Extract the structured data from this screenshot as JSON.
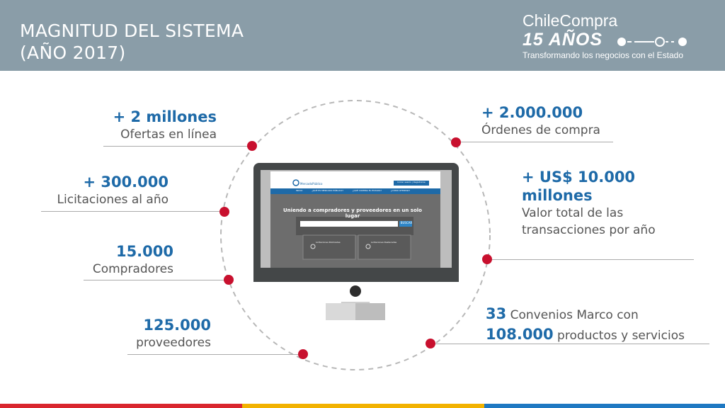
{
  "header": {
    "title_line1": "MAGNITUD DEL SISTEMA",
    "title_line2": "(AÑO 2017)",
    "brand_name": "ChileCompra",
    "brand_years": "15 AÑOS",
    "brand_tagline": "Transformando los negocios con el Estado"
  },
  "stats": {
    "ofertas": {
      "value": "+ 2 millones",
      "label": "Ofertas en línea"
    },
    "licitaciones": {
      "value": "+ 300.000",
      "label": "Licitaciones al año"
    },
    "compradores": {
      "value": "15.000",
      "label": "Compradores"
    },
    "proveedores": {
      "value": "125.000",
      "label": "proveedores"
    },
    "ordenes": {
      "value": "+ 2.000.000",
      "label": "Órdenes de compra"
    },
    "transacciones": {
      "value_line1": "+ US$ 10.000",
      "value_line2": "millones",
      "label_line1": "Valor total de las",
      "label_line2": "transacciones por año"
    },
    "convenios": {
      "num1": "33",
      "text1": " Convenios Marco con",
      "num2": "108.000",
      "text2": " productos y servicios"
    }
  },
  "monitor": {
    "headline": "Uniendo a compradores y proveedores en un solo lugar",
    "search_button": "BUSCAR",
    "login_button": "Iniciar sesión | Registrarse",
    "nav_1": "INICIO",
    "nav_2": "¿QUÉ ES MERCADO PÚBLICO?",
    "nav_3": "¿QUÉ COMPRA EL ESTADO?",
    "nav_4": "¿CÓMO OFERTAR?",
    "card_1": "Licitaciones Publicadas",
    "card_2": "Licitaciones Destacadas",
    "logo_text": "MercadoPúblico"
  },
  "colors": {
    "header_bg": "#8a9da8",
    "accent_blue": "#1e6aa8",
    "dot_red": "#c8102e",
    "bar_red": "#d9262e",
    "bar_yellow": "#f2b200",
    "bar_blue": "#1e78c2"
  }
}
